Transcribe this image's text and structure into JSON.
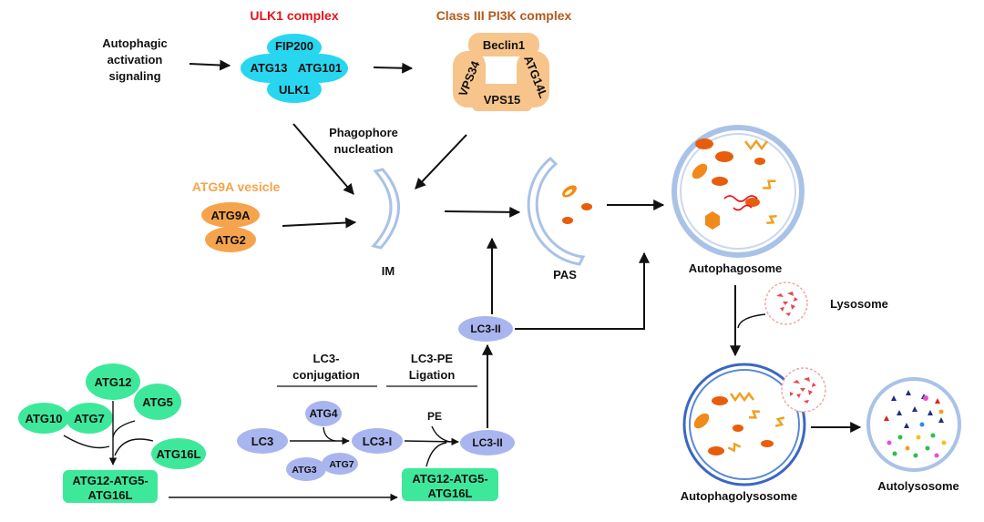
{
  "colors": {
    "ulk": "#28d6ef",
    "ulk_title": "#e8131b",
    "pi3k": "#f7c58c",
    "pi3k_title": "#b25b1b",
    "atg9": "#f5a44d",
    "atg9_title": "#f5a44d",
    "green": "#3ee89a",
    "lc3": "#a9b5ee",
    "membrane": "#a9c2e8",
    "membrane_dark": "#3a67c2"
  },
  "ulk1": {
    "title": "ULK1 complex",
    "fip200": "FIP200",
    "atg13": "ATG13",
    "atg101": "ATG101",
    "ulk1": "ULK1"
  },
  "pi3k": {
    "title": "Class III  PI3K complex",
    "beclin1": "Beclin1",
    "vps34": "VPS34",
    "atg14l": "ATG14L",
    "vps15": "VPS15"
  },
  "activation": {
    "line1": "Autophagic",
    "line2": "activation",
    "line3": "signaling"
  },
  "nucleation": {
    "line1": "Phagophore",
    "line2": "nucleation"
  },
  "atg9a": {
    "title": "ATG9A vesicle",
    "atg9a": "ATG9A",
    "atg2": "ATG2"
  },
  "stages": {
    "im": "IM",
    "pas": "PAS",
    "autophagosome": "Autophagosome",
    "lysosome": "Lysosome",
    "autophagolysosome": "Autophagolysosome",
    "autolysosome": "Autolysosome"
  },
  "conjugation": {
    "atg12": "ATG12",
    "atg5": "ATG5",
    "atg10": "ATG10",
    "atg7": "ATG7",
    "atg16l": "ATG16L",
    "complex_line1": "ATG12-ATG5-",
    "complex_line2": "ATG16L"
  },
  "lc3": {
    "conj_line1": "LC3-",
    "conj_line2": "conjugation",
    "ligation_line1": "LC3-PE",
    "ligation_line2": "Ligation",
    "lc3": "LC3",
    "atg4": "ATG4",
    "lc3_i": "LC3-I",
    "atg3": "ATG3",
    "atg7": "ATG7",
    "pe": "PE",
    "lc3_ii": "LC3-II",
    "lc3_ii_top": "LC3-II",
    "complex_line1": "ATG12-ATG5-",
    "complex_line2": "ATG16L"
  }
}
